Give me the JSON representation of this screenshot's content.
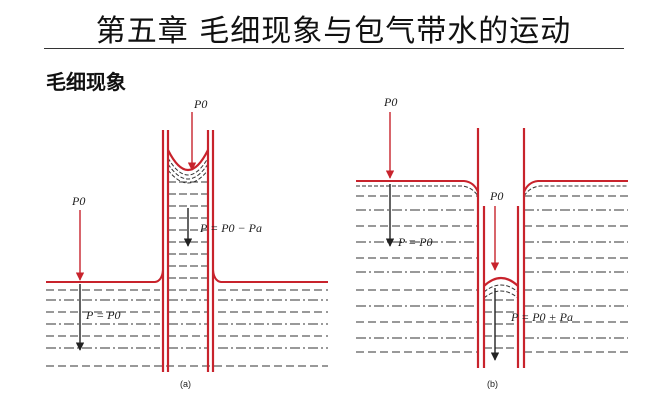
{
  "title": "第五章  毛细现象与包气带水的运动",
  "section": "毛细现象",
  "diagram": {
    "panel_a": {
      "caption": "(a)",
      "p0_surface": "P0",
      "p0_tube": "P0",
      "relation_outside": "P = P0",
      "relation_inside": "P = P0 − Pa"
    },
    "panel_b": {
      "caption": "(b)",
      "p0_surface": "P0",
      "p0_tube": "P0",
      "relation_outside": "P = P0",
      "relation_inside": "P = P0 + Pa"
    },
    "colors": {
      "wall": "#c8232c",
      "water_line": "#333333",
      "arrow": "#c8232c"
    }
  }
}
